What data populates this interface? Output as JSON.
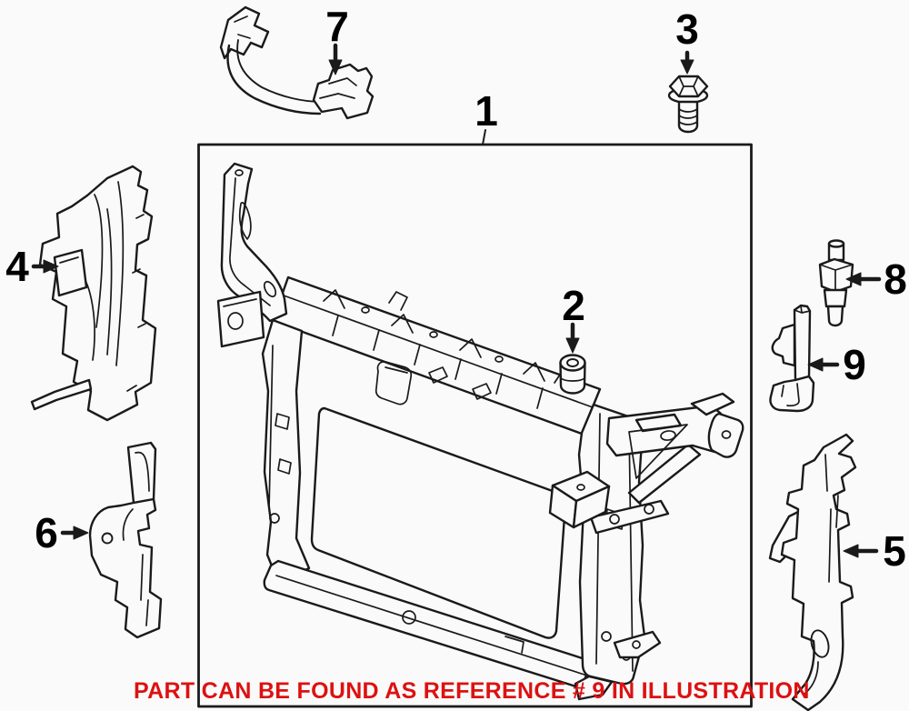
{
  "diagram": {
    "callouts": [
      {
        "label": "1"
      },
      {
        "label": "2"
      },
      {
        "label": "3"
      },
      {
        "label": "4"
      },
      {
        "label": "5"
      },
      {
        "label": "6"
      },
      {
        "label": "7"
      },
      {
        "label": "8"
      },
      {
        "label": "9"
      }
    ],
    "caption": {
      "text": "PART CAN BE FOUND AS REFERENCE # 9 IN ILLUSTRATION"
    }
  },
  "colors": {
    "line": "#1a1a1a",
    "background": "#fafafa",
    "caption_red": "#dd1111"
  }
}
